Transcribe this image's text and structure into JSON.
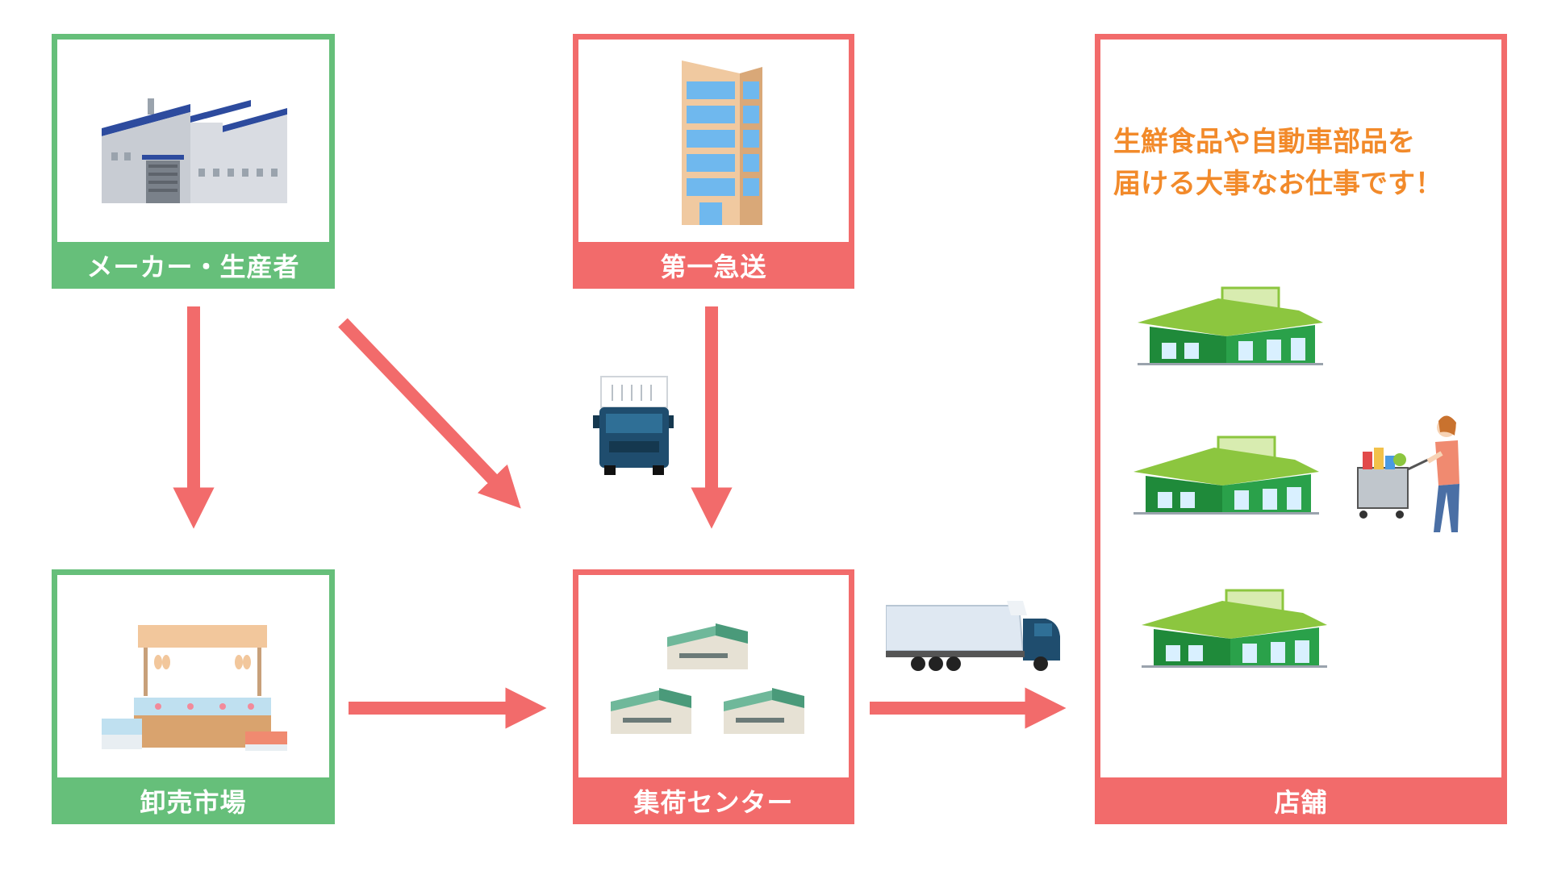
{
  "nodes": {
    "maker": {
      "label": "メーカー・生産者"
    },
    "dispatch": {
      "label": "第一急送"
    },
    "market": {
      "label": "卸売市場"
    },
    "center": {
      "label": "集荷センター"
    },
    "store": {
      "label": "店舗",
      "message_line1": "生鮮食品や自動車部品を",
      "message_line2": "届ける大事なお仕事です！"
    }
  },
  "colors": {
    "green": "#66bf7a",
    "red": "#f26b6b",
    "message": "#f28a2a",
    "arrow": "#f26b6b"
  },
  "icons": [
    "factory-icon",
    "office-building-icon",
    "market-stall-icon",
    "warehouse-group-icon",
    "truck-front-icon",
    "trailer-truck-icon",
    "supermarket-icon",
    "shopper-with-cart-icon"
  ]
}
